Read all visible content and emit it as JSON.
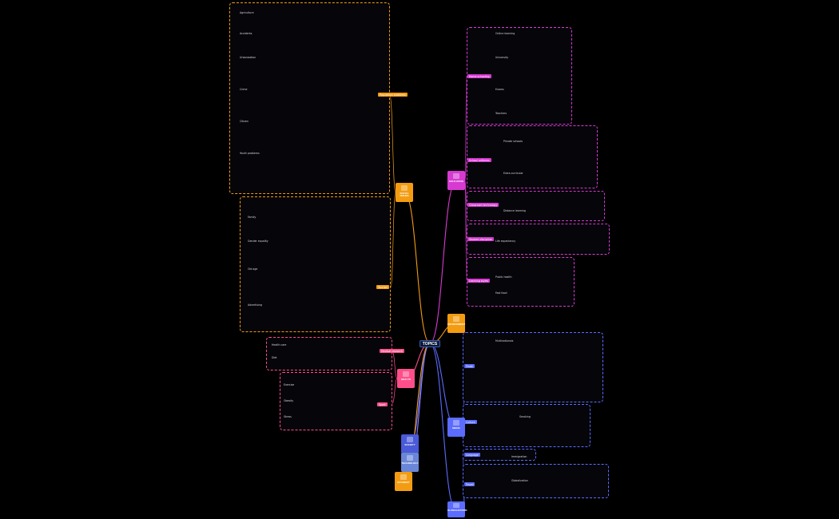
{
  "center": {
    "label": "TOPICS"
  },
  "colors": {
    "orange": "#f39c12",
    "magenta": "#d63ad1",
    "pink": "#ff4f8b",
    "violet": "#8e7dff",
    "blue": "#5b6cff",
    "teal": "#27b0c7"
  },
  "branches": {
    "social_issues": {
      "label": "SOCIAL ISSUES",
      "icon": "people-icon"
    },
    "education": {
      "label": "EDUCATION",
      "icon": "graduation-cap-icon"
    },
    "environment": {
      "label": "ENVIRONMENT",
      "icon": "book-icon"
    },
    "health": {
      "label": "HEALTH",
      "icon": "heart-icon"
    },
    "media": {
      "label": "MEDIA",
      "icon": "tv-icon"
    },
    "society": {
      "label": "SOCIETY",
      "icon": "group-icon"
    },
    "technology": {
      "label": "TECHNOLOGY",
      "icon": "chip-icon"
    },
    "economy": {
      "label": "ECONOMY",
      "icon": "coins-icon"
    },
    "globalization": {
      "label": "GLOBALIZATION",
      "icon": "globe-icon"
    }
  },
  "mid_labels": {
    "immigration": "Immigration",
    "globalization": "Globalization"
  },
  "groups": {
    "social_top": [
      "Agriculture",
      "Accidents",
      "Urbanization",
      "Crime",
      "Citizen",
      "Youth problems",
      "Population problems"
    ],
    "social_mid": [
      "Family",
      "Gender equality",
      "Old age",
      "Advertising",
      "Tourism"
    ],
    "education_top": [
      "Home schooling",
      "Online learning",
      "University",
      "Exams",
      "Teachers"
    ],
    "education_mid": [
      "School uniforms",
      "Private schools",
      "Extra-curricular"
    ],
    "education_low": [
      "Classroom technology",
      "Distance learning"
    ],
    "education_bottom": [
      "Student discipline",
      "Learning styles"
    ],
    "health_section": [
      "Health care",
      "Diet",
      "Exercise",
      "Obesity",
      "Stress",
      "Smoking"
    ],
    "health_mid": [
      "Medical research",
      "Public health"
    ],
    "health_low": [
      "Life expectancy",
      "Fast food",
      "Sport"
    ],
    "globalization_section": [
      "Trade",
      "Culture",
      "Language",
      "Travel",
      "Multinationals"
    ]
  }
}
